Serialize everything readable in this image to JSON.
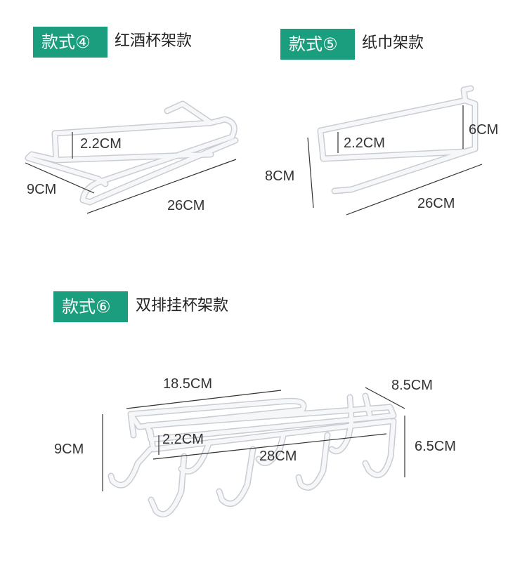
{
  "styles": [
    {
      "badge": "款式④",
      "name": "红酒杯架款",
      "dims": {
        "height": "2.2CM",
        "depth": "9CM",
        "length": "26CM"
      }
    },
    {
      "badge": "款式⑤",
      "name": "纸巾架款",
      "dims": {
        "height": "2.2CM",
        "side_height": "6CM",
        "depth": "8CM",
        "length": "26CM"
      }
    },
    {
      "badge": "款式⑥",
      "name": "双排挂杯架款",
      "dims": {
        "top_length": "18.5CM",
        "width": "8.5CM",
        "height": "9CM",
        "gap": "2.2CM",
        "length": "28CM",
        "hook_height": "6.5CM"
      }
    }
  ],
  "colors": {
    "badge_bg": "#1a9e7d",
    "badge_text": "#ffffff",
    "product": "#f4f5f7",
    "product_edge": "#c9ccd2",
    "dim_line": "#333333"
  }
}
